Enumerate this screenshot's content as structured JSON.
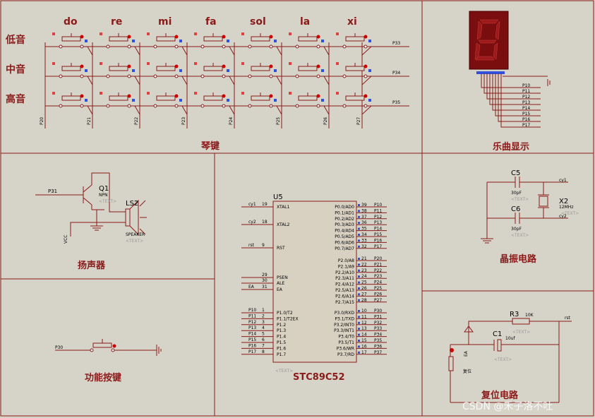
{
  "sections": {
    "piano": "琴键",
    "display": "乐曲显示",
    "speaker": "扬声器",
    "crystal": "晶振电路",
    "function_key": "功能按键",
    "reset": "复位电路"
  },
  "notes": [
    "do",
    "re",
    "mi",
    "fa",
    "sol",
    "la",
    "xi"
  ],
  "rows": [
    "低音",
    "中音",
    "高音"
  ],
  "row_nets": [
    "P33",
    "P34",
    "P35"
  ],
  "col_nets": [
    "P20",
    "P21",
    "P22",
    "P23",
    "P24",
    "P25",
    "P26",
    "P27"
  ],
  "seg_nets": [
    "P10",
    "P11",
    "P12",
    "P13",
    "P14",
    "P15",
    "P16",
    "P17"
  ],
  "speaker": {
    "q_ref": "Q1",
    "q_type": "NPN",
    "q_text": "<TEXT>",
    "ls_ref": "LS2",
    "ls_type": "SPEAKER",
    "ls_text": "<TEXT>",
    "net_in": "P31",
    "vcc": "VCC"
  },
  "crystal": {
    "c5": "C5",
    "c5_val": "30pF",
    "c5_text": "<TEXT>",
    "c6": "C6",
    "c6_val": "30pF",
    "c6_text": "<TEXT>",
    "x2": "X2",
    "x2_val": "12MHz",
    "x2_text": "<TEXT>",
    "net1": "cy1",
    "net2": "cy2"
  },
  "mcu": {
    "ref": "U5",
    "name": "STC89C52",
    "text": "<TEXT>",
    "left_pins": [
      {
        "net": "cy1",
        "num": "19",
        "name": "XTAL1"
      },
      {
        "net": "cy2",
        "num": "18",
        "name": "XTAL2"
      },
      {
        "net": "rst",
        "num": "9",
        "name": "RST"
      },
      {
        "net": "",
        "num": "29",
        "name": "PSEN"
      },
      {
        "net": "",
        "num": "30",
        "name": "ALE"
      },
      {
        "net": "EA",
        "num": "31",
        "name": "EA"
      }
    ],
    "p1_pins": [
      {
        "net": "P10",
        "num": "1",
        "name": "P1.0/T2"
      },
      {
        "net": "P11",
        "num": "2",
        "name": "P1.1/T2EX"
      },
      {
        "net": "P12",
        "num": "3",
        "name": "P1.2"
      },
      {
        "net": "P13",
        "num": "4",
        "name": "P1.3"
      },
      {
        "net": "P14",
        "num": "5",
        "name": "P1.4"
      },
      {
        "net": "P15",
        "num": "6",
        "name": "P1.5"
      },
      {
        "net": "P16",
        "num": "7",
        "name": "P1.6"
      },
      {
        "net": "P17",
        "num": "8",
        "name": "P1.7"
      }
    ],
    "p0_pins": [
      {
        "name": "P0.0/AD0",
        "num": "39",
        "net": "P10"
      },
      {
        "name": "P0.1/AD1",
        "num": "38",
        "net": "P11"
      },
      {
        "name": "P0.2/AD2",
        "num": "37",
        "net": "P12"
      },
      {
        "name": "P0.3/AD3",
        "num": "36",
        "net": "P13"
      },
      {
        "name": "P0.4/AD4",
        "num": "35",
        "net": "P14"
      },
      {
        "name": "P0.5/AD5",
        "num": "34",
        "net": "P15"
      },
      {
        "name": "P0.6/AD6",
        "num": "33",
        "net": "P16"
      },
      {
        "name": "P0.7/AD7",
        "num": "32",
        "net": "P17"
      }
    ],
    "p2_pins": [
      {
        "name": "P2.0/A8",
        "num": "21",
        "net": "P20"
      },
      {
        "name": "P2.1/A9",
        "num": "22",
        "net": "P21"
      },
      {
        "name": "P2.2/A10",
        "num": "23",
        "net": "P22"
      },
      {
        "name": "P2.3/A11",
        "num": "24",
        "net": "P23"
      },
      {
        "name": "P2.4/A12",
        "num": "25",
        "net": "P24"
      },
      {
        "name": "P2.5/A13",
        "num": "26",
        "net": "P25"
      },
      {
        "name": "P2.6/A14",
        "num": "27",
        "net": "P26"
      },
      {
        "name": "P2.7/A15",
        "num": "28",
        "net": "P27"
      }
    ],
    "p3_pins": [
      {
        "name": "P3.0/RXD",
        "num": "10",
        "net": "P30"
      },
      {
        "name": "P3.1/TXD",
        "num": "11",
        "net": "P31"
      },
      {
        "name": "P3.2/INT0",
        "num": "12",
        "net": "P32"
      },
      {
        "name": "P3.3/INT1",
        "num": "13",
        "net": "P33"
      },
      {
        "name": "P3.4/T0",
        "num": "14",
        "net": "P34"
      },
      {
        "name": "P3.5/T1",
        "num": "15",
        "net": "P35"
      },
      {
        "name": "P3.6/WR",
        "num": "16",
        "net": "P36"
      },
      {
        "name": "P3.7/RD",
        "num": "17",
        "net": "P37"
      }
    ]
  },
  "function_key": {
    "net": "P30"
  },
  "reset": {
    "r3": "R3",
    "r3_val": "10K",
    "r3_text": "<TEXT>",
    "c1": "C1",
    "c1_val": "10uf",
    "c1_text": "<TEXT>",
    "net_rst": "rst",
    "ea": "EA",
    "reset_label": "复位"
  },
  "watermark": "CSDN @禾子洛不吐"
}
